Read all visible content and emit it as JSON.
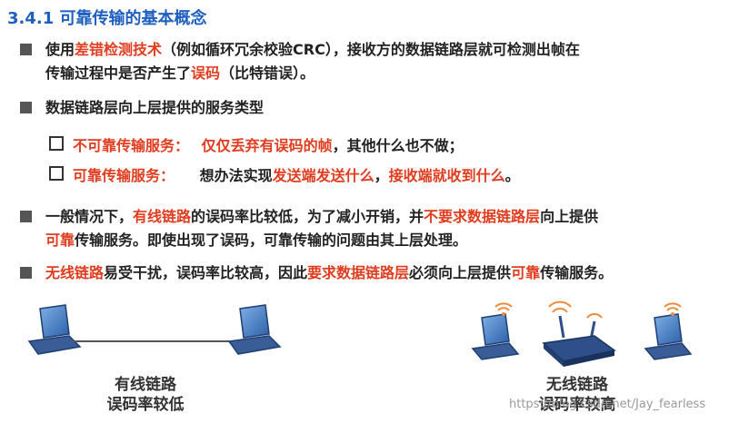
{
  "title": "3.4.1 可靠传输的基本概念",
  "p1": {
    "l1": [
      "使用",
      "差错检测技术",
      "（例如循环冗余校验CRC），接收方的数据链路层就可检测出帧在"
    ],
    "l2": [
      "传输过程中是否产生了",
      "误码",
      "（比特错误）。"
    ]
  },
  "p2": "数据链路层向上层提供的服务类型",
  "sub1": {
    "label": "不可靠传输服务：",
    "desc": "仅仅丢弃有误码的帧",
    "rest": "，其他什么也不做；"
  },
  "sub2": {
    "label": "可靠传输服务：",
    "pre": "想办法实现",
    "red1": "发送端发送什么",
    "mid": "，",
    "red2": "接收端就收到什么",
    "end": "。"
  },
  "p3": {
    "l1": [
      "一般情况下，",
      "有线链路",
      "的误码率比较低，为了减小开销，并",
      "不要求数据链路层",
      "向上提供"
    ],
    "l2": [
      "可靠",
      "传输服务。即使出现了误码，可靠传输的问题由其上层处理。"
    ]
  },
  "p4": [
    "无线链路",
    "易受干扰，误码率比较高，因此",
    "要求数据链路层",
    "必须向上层提供",
    "可靠",
    "传输服务。"
  ],
  "caption_wired": [
    "有线链路",
    "误码率较低"
  ],
  "caption_wireless": [
    "无线链路",
    "误码率较高"
  ],
  "watermark": "https://blog.csdn.net/Jay_fearless",
  "colors": {
    "title": "#1f5fbf",
    "highlight": "#e03c1f",
    "bullet": "#555555"
  }
}
